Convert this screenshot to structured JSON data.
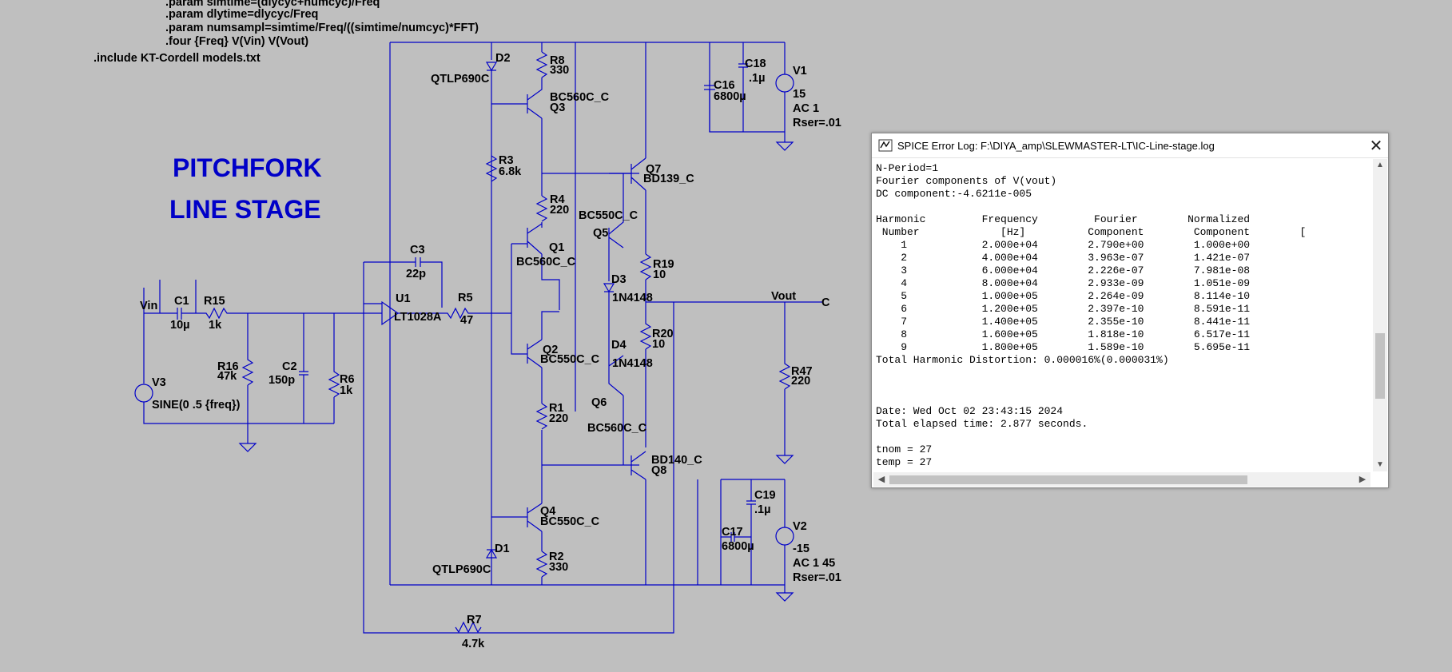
{
  "schematic": {
    "directives": [
      ".param simtime=(dlycyc+numcyc)/Freq",
      ".param dlytime=dlycyc/Freq",
      ".param numsampl=simtime/Freq/((simtime/numcyc)*FFT)",
      ".four {Freq} V(Vin) V(Vout)"
    ],
    "include": ".include KT-Cordell models.txt",
    "title_line1": "PITCHFORK",
    "title_line2": "LINE STAGE",
    "labels": {
      "d2": "D2",
      "qtlp_top": "QTLP690C",
      "r8": "R8",
      "r8v": "330",
      "q3m": "BC560C_C",
      "q3": "Q3",
      "c18": "C18",
      "c18v": ".1µ",
      "c16": "C16",
      "c16v": "6800µ",
      "v1": "V1",
      "v1v": "15",
      "v1ac": "AC 1",
      "v1r": "Rser=.01",
      "r3": "R3",
      "r3v": "6.8k",
      "q7": "Q7",
      "q7m": "BD139_C",
      "r4": "R4",
      "r4v": "220",
      "q5m": "BC550C_C",
      "q5": "Q5",
      "q1": "Q1",
      "q1m": "BC560C_C",
      "c3": "C3",
      "c3v": "22p",
      "r19": "R19",
      "r19v": "10",
      "d3": "D3",
      "d3m": "1N4148",
      "vin": "Vin",
      "c1": "C1",
      "c1v": "10µ",
      "r15": "R15",
      "r15v": "1k",
      "u1": "U1",
      "u1m": "LT1028A",
      "r5": "R5",
      "r5v": "47",
      "vout": "Vout",
      "c_end": "C",
      "r20": "R20",
      "r20v": "10",
      "q2": "Q2",
      "q2m": "BC550C_C",
      "d4": "D4",
      "d4m": "1N4148",
      "r16": "R16",
      "r16v": "47k",
      "c2": "C2",
      "c2v": "150p",
      "r6": "R6",
      "r6v": "1k",
      "r47": "R47",
      "r47v": "220",
      "v3": "V3",
      "v3v": "SINE(0 .5 {freq})",
      "r1": "R1",
      "r1v": "220",
      "q6": "Q6",
      "q6m": "BC560C_C",
      "q8m": "BD140_C",
      "q8": "Q8",
      "c19": "C19",
      "c19v": ".1µ",
      "c17": "C17",
      "c17v": "6800µ",
      "q4": "Q4",
      "q4m": "BC550C_C",
      "v2": "V2",
      "v2v": "-15",
      "v2ac": "AC 1 45",
      "v2r": "Rser=.01",
      "d1": "D1",
      "qtlp_bot": "QTLP690C",
      "r2": "R2",
      "r2v": "330",
      "r7": "R7",
      "r7v": "4.7k"
    }
  },
  "error_log": {
    "title": "SPICE Error Log: F:\\DIYA_amp\\SLEWMASTER-LT\\IC-Line-stage.log",
    "close_glyph": "✕",
    "lines": [
      "N-Period=1",
      "Fourier components of V(vout)",
      "DC component:-4.6211e-005",
      "",
      "Harmonic         Frequency         Fourier        Normalized        ",
      " Number             [Hz]          Component        Component        [",
      "    1            2.000e+04        2.790e+00        1.000e+00",
      "    2            4.000e+04        3.963e-07        1.421e-07",
      "    3            6.000e+04        2.226e-07        7.981e-08",
      "    4            8.000e+04        2.933e-09        1.051e-09",
      "    5            1.000e+05        2.264e-09        8.114e-10",
      "    6            1.200e+05        2.397e-10        8.591e-11",
      "    7            1.400e+05        2.355e-10        8.441e-11",
      "    8            1.600e+05        1.818e-10        6.517e-11",
      "    9            1.800e+05        1.589e-10        5.695e-11",
      "Total Harmonic Distortion: 0.000016%(0.000031%)",
      "",
      "",
      "",
      "Date: Wed Oct 02 23:43:15 2024",
      "Total elapsed time: 2.877 seconds.",
      "",
      "tnom = 27",
      "temp = 27"
    ]
  }
}
